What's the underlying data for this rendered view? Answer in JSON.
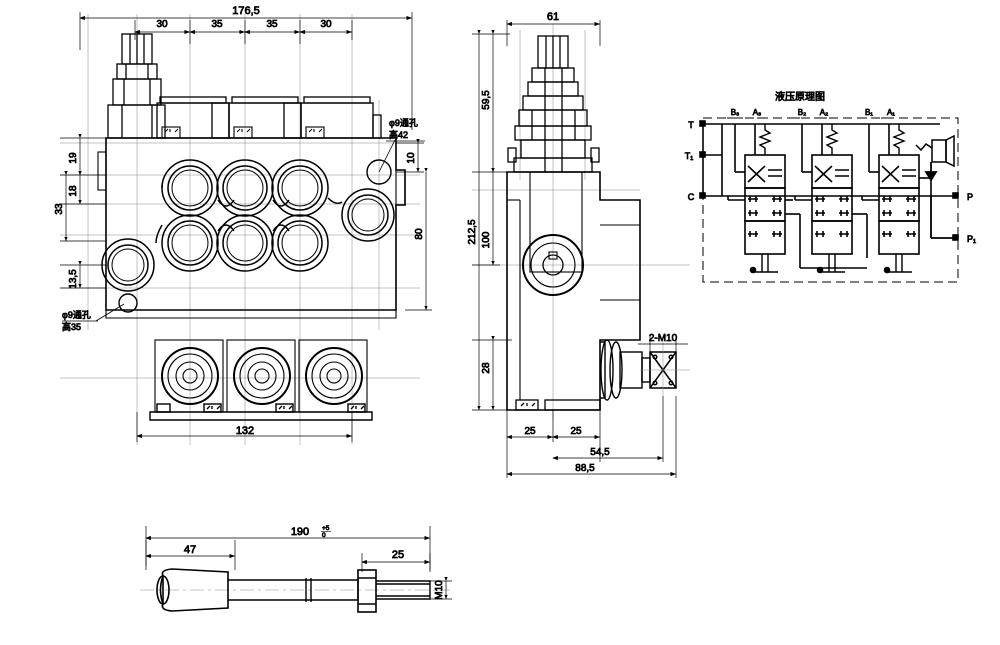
{
  "drawing": {
    "type": "engineering-drawing",
    "subject": "3-spool hydraulic directional control valve",
    "line_color": "#000000",
    "background": "#ffffff"
  },
  "front_view": {
    "name": "front-view",
    "overall_width": "176,5",
    "segment_dims": [
      "30",
      "35",
      "35",
      "30"
    ],
    "bottom_width": "132",
    "left_dims": [
      "19",
      "18",
      "33",
      "13,5"
    ],
    "right_dims": [
      "10",
      "80"
    ],
    "annotation_top": {
      "line1": "φ9通孔",
      "line2": "高42"
    },
    "annotation_bottom": {
      "line1": "φ9通孔",
      "line2": "高35"
    }
  },
  "side_view": {
    "name": "side-view",
    "top_width": "61",
    "handle_height": "59,5",
    "total_height": "212,5",
    "mid_height": "100",
    "lower_height": "28",
    "bottom_dims": [
      "25",
      "25"
    ],
    "depth_54": "54,5",
    "depth_88": "88,5",
    "thread_note": "2-M10"
  },
  "lever_view": {
    "name": "lever-view",
    "total_length": "190",
    "tolerance_upper": "+5",
    "tolerance_lower": "0",
    "grip_length": "47",
    "thread_length": "25",
    "thread_spec": "M10"
  },
  "schematic": {
    "name": "hydraulic-schematic",
    "title": "液压原理图",
    "port_labels_top": [
      "B₃",
      "A₃",
      "B₂",
      "A₂",
      "B₁",
      "A₁"
    ],
    "port_labels_left": [
      "T",
      "T₁",
      "C"
    ],
    "port_labels_right": [
      "P",
      "P₁"
    ],
    "section_count": 3,
    "relief_valve": "pressure-relief-valve"
  }
}
